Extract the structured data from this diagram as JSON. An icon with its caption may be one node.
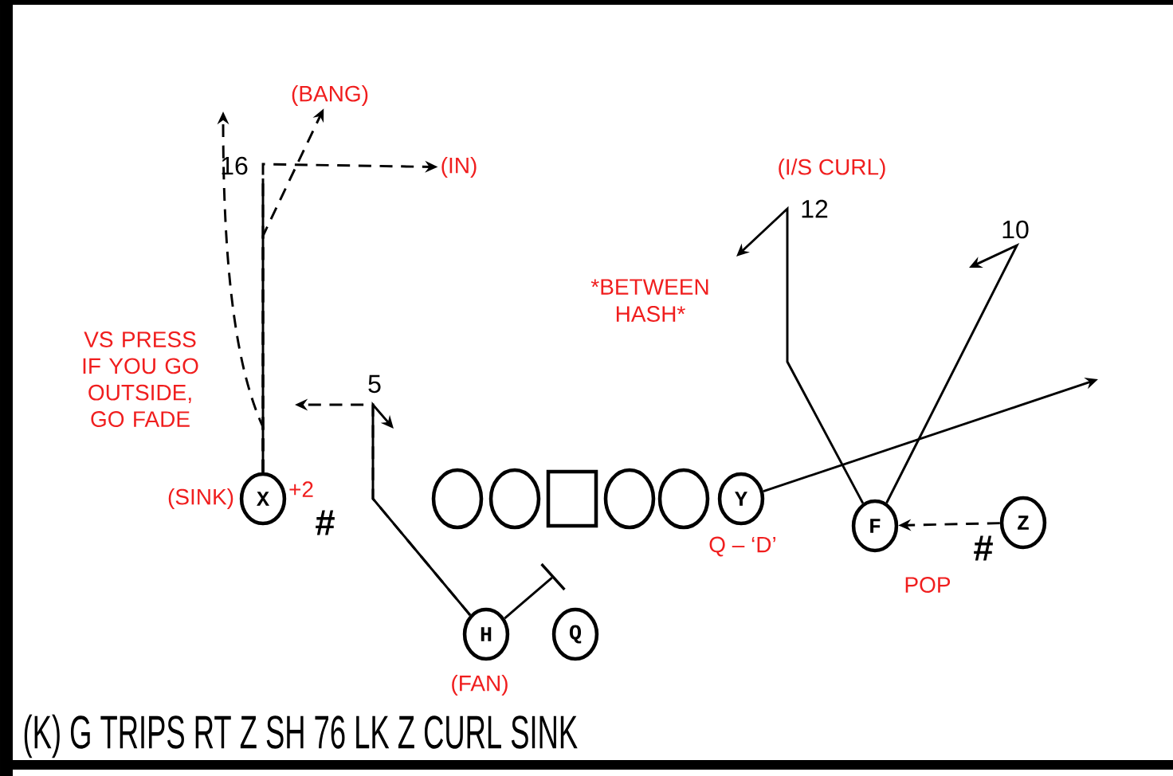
{
  "diagram": {
    "title": "(K) G TRIPS RT Z SH 76 LK Z CURL SINK",
    "nodes": [
      {
        "text": [
          "X"
        ],
        "beside": [
          "(SINK)",
          "+2"
        ]
      },
      {
        "text": [],
        "shape": "circle"
      },
      {
        "text": [],
        "shape": "circle"
      },
      {
        "text": [],
        "shape": "box"
      },
      {
        "text": [],
        "shape": "circle"
      },
      {
        "text": [],
        "shape": "circle"
      },
      {
        "text": [
          "Y"
        ],
        "beside": [
          "Q – ‘D’"
        ]
      },
      {
        "text": [
          "F"
        ],
        "beside": [
          "POP"
        ]
      },
      {
        "text": [
          "Z"
        ]
      },
      {
        "text": [
          "H"
        ],
        "beside": [
          "(FAN)"
        ]
      },
      {
        "text": [
          "Q"
        ]
      },
      {
        "text": [
          "(BANG)"
        ]
      },
      {
        "text": [
          "(IN)"
        ]
      },
      {
        "text": [],
        "shape": "bar"
      }
    ],
    "edges": [
      {
        "from": 0,
        "to": null,
        "arrow": "none"
      },
      {
        "from": 0,
        "to": 12,
        "arrow": "to",
        "style": "dashed"
      },
      {
        "from": 0,
        "to": 11,
        "arrow": "to",
        "style": "dashed"
      },
      {
        "from": 0,
        "to": null,
        "arrow": "to",
        "style": "dashed"
      },
      {
        "from": 9,
        "to": null,
        "arrow": "to"
      },
      {
        "from": 9,
        "to": null,
        "arrow": "to",
        "style": "dashed"
      },
      {
        "from": 9,
        "to": 13,
        "arrow": "none"
      },
      {
        "from": 6,
        "to": null,
        "arrow": "to"
      },
      {
        "from": 7,
        "to": null,
        "arrow": "to"
      },
      {
        "from": 7,
        "to": null,
        "arrow": "to"
      },
      {
        "from": 8,
        "to": 7,
        "arrow": "to",
        "style": "dashed"
      }
    ],
    "labels": [
      "16",
      "(I/S CURL)",
      "12",
      "10",
      "*BETWEEN",
      "HASH*",
      "VS PRESS IF YOU GO OUTSIDE, GO FADE",
      "5",
      "#",
      "#"
    ]
  }
}
